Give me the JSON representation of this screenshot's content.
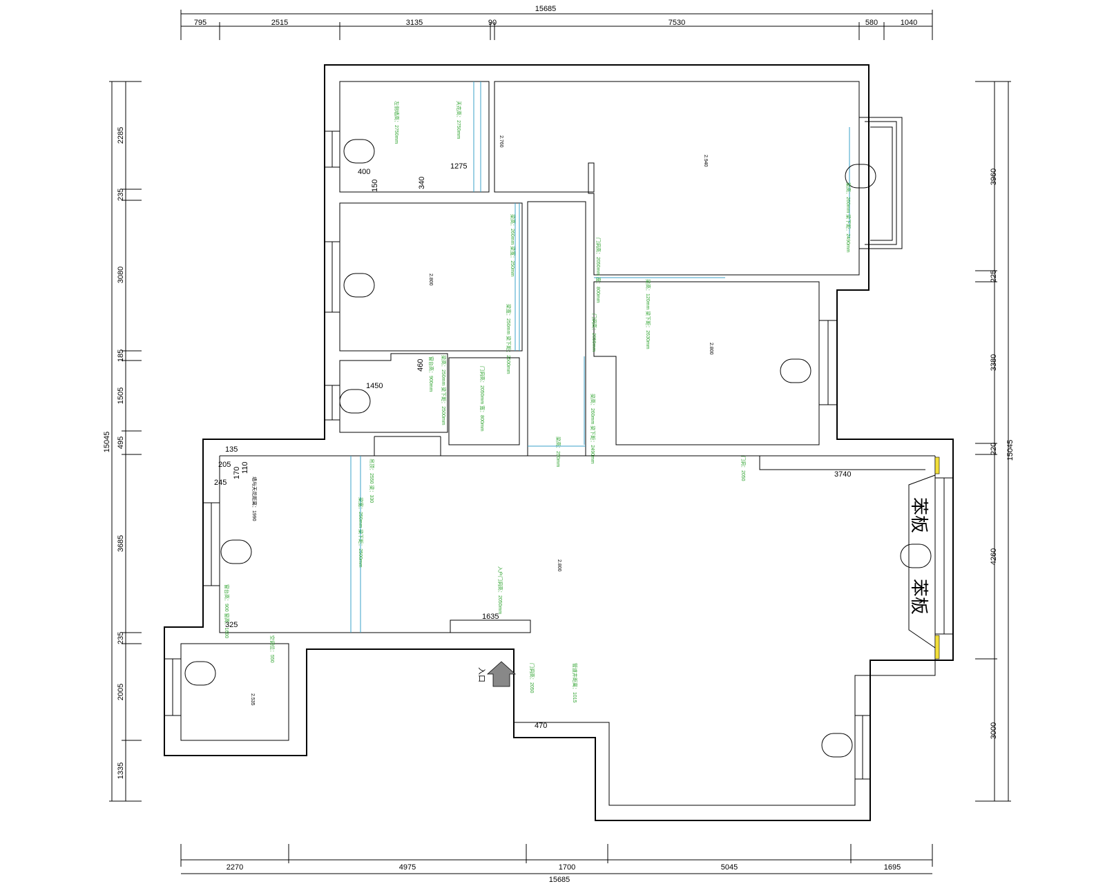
{
  "dims": {
    "top_total": "15685",
    "top": [
      "795",
      "2515",
      "3135",
      "90",
      "7530",
      "580",
      "1040"
    ],
    "bottom_total": "15685",
    "bottom": [
      "2270",
      "4975",
      "1700",
      "5045",
      "1695"
    ],
    "left_total": "15045",
    "left": [
      "2285",
      "235",
      "3080",
      "185",
      "1505",
      "495",
      "3685",
      "235",
      "2005",
      "1335"
    ],
    "right_total": "15045",
    "right": [
      "3960",
      "225",
      "3380",
      "220",
      "4260",
      "3000"
    ]
  },
  "inner_dims": {
    "d400": "400",
    "d1275": "1275",
    "d340": "340",
    "d150": "150",
    "d460": "460",
    "d1450": "1450",
    "d3740": "3740",
    "d135": "135",
    "d110": "110",
    "d205": "205",
    "d170": "170",
    "d245": "245",
    "d325": "325",
    "d1635": "1635",
    "d470": "470"
  },
  "rooms": {
    "bath_top": "2.760",
    "master": "2.940",
    "bed_left": "2.800",
    "bed_right": "2.800",
    "living": "2.800",
    "small": "2.535"
  },
  "labels": {
    "glass_top": "苯板",
    "glass_bottom": "苯板",
    "entry": "入口",
    "wall_note": "墙与天花距离：1990"
  },
  "notes": {
    "n1": "左侧墙高：2750mm",
    "n2": "天花高：2750mm",
    "n3": "梁高：260mm 梁下距：2490mm",
    "n4": "梁高：260mm 梁宽：250mm",
    "n5": "门洞高：2050mm 宽：800mm",
    "n6": "梁宽：250mm 梁下距：2500mm",
    "n7": "门洞高：2050mm",
    "n8": "梁高：120mm 梁下距：2630mm",
    "n9": "梁高：250mm 梁下距：2500mm",
    "n10": "窗台高：900mm",
    "n11": "门洞高：2050mm 宽：800mm",
    "n12": "梁高：260mm 梁下距：2490mm",
    "n13": "吊顶：2550 梁：330",
    "n14": "门洞：2050",
    "n15": "梁宽：250mm 梁下距：2500mm",
    "n16": "梁高：250mm",
    "n17": "入户门洞高：2050mm",
    "n18": "门洞高：2050",
    "n19": "管道井距离：1015",
    "n20": "窗台高：900 窗高：1600",
    "n21": "空调位：550"
  }
}
